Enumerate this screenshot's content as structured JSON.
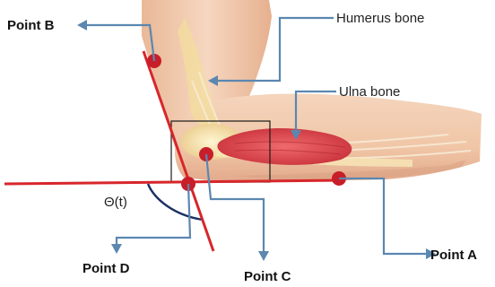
{
  "labels": {
    "point_b": "Point B",
    "humerus": "Humerus bone",
    "ulna": "Ulna bone",
    "theta": "Θ(t)",
    "point_d": "Point D",
    "point_c": "Point C",
    "point_a": "Point A"
  },
  "colors": {
    "red_line": "#d7262b",
    "marker": "#c81e2a",
    "callout": "#5b87b0",
    "angle_arc": "#1c3064",
    "box": "#1a1a1a",
    "skin": "#f3d3b8",
    "muscle": "#d8444b",
    "bone": "#f4e3a7"
  }
}
